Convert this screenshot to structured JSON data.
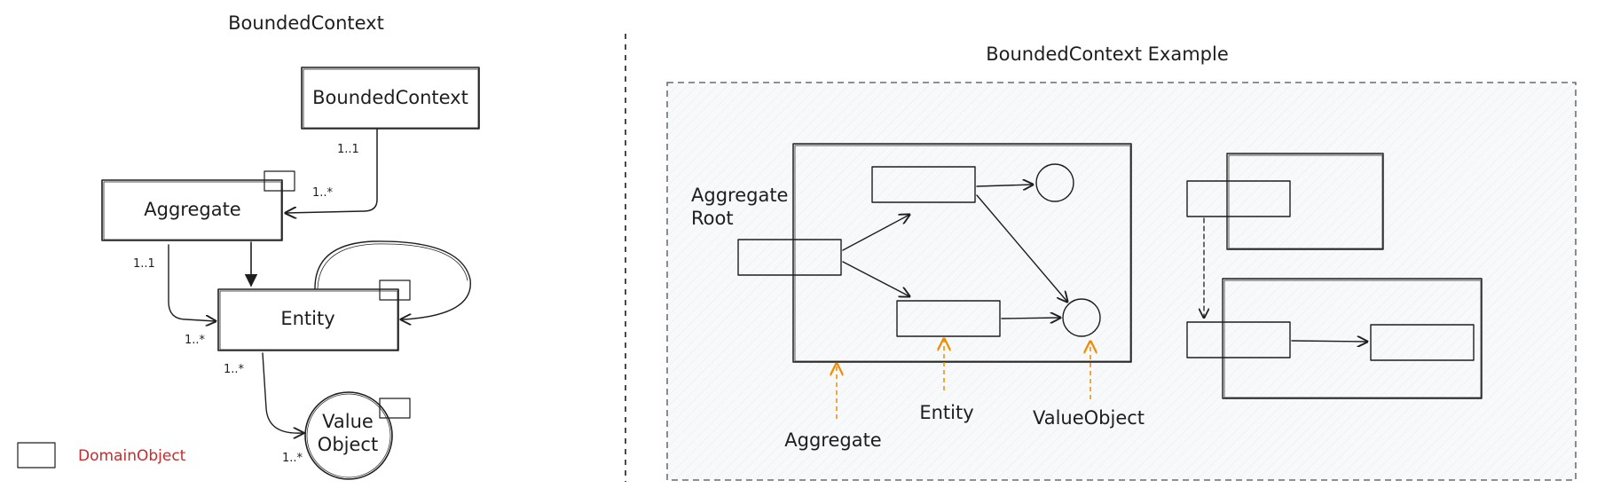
{
  "colors": {
    "stroke": "#1e1e1e",
    "box_fill": "#e9ecef",
    "entity_fill": "#ffc9c9",
    "entity_hatch": "#e03131",
    "value_fill": "#d0bfff",
    "green_fill": "#b2f2bb",
    "green_hatch": "#2f9e44",
    "node_fill": "#e8a598",
    "circle_fill": "#a5b4e0",
    "orange": "#f08c00",
    "legend_text": "#c92a2a"
  },
  "left": {
    "title": "BoundedContext",
    "bounded_context_box": "BoundedContext",
    "aggregate_box": "Aggregate",
    "entity_box": "Entity",
    "value_object_line1": "Value",
    "value_object_line2": "Object",
    "mult_bc_bottom": "1..1",
    "mult_agg_right": "1..*",
    "mult_agg_bottom": "1..1",
    "mult_entity_left": "1..*",
    "mult_entity_bottom": "1..*",
    "mult_value_left": "1..*",
    "legend_label": "DomainObject"
  },
  "right": {
    "title": "BoundedContext Example",
    "aggregate_root_line1": "Aggregate",
    "aggregate_root_line2": "Root",
    "label_aggregate": "Aggregate",
    "label_entity": "Entity",
    "label_value_object": "ValueObject"
  }
}
